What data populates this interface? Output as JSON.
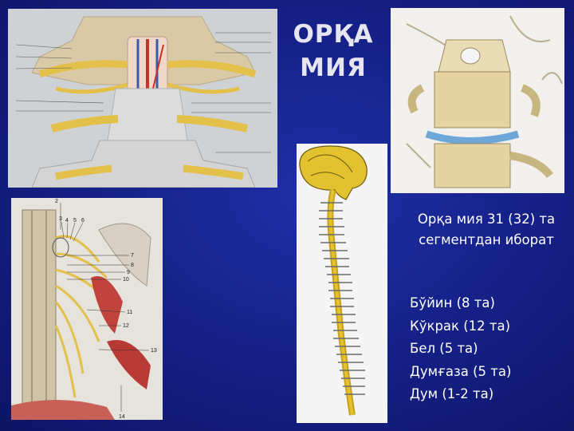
{
  "title": "ОРҚА МИЯ",
  "summary": "Орқа мия 31 (32) та сегментдан иборат",
  "segments": [
    "Бўйин (8 та)",
    "Кўкрак (12 та)",
    "Бел (5 та)",
    "Думғаза (5 та)",
    "Дум (1-2 та)"
  ],
  "figure_labels": [
    "2",
    "3",
    "4",
    "5",
    "6",
    "7",
    "8",
    "9",
    "10",
    "11",
    "12",
    "13",
    "14"
  ],
  "colors": {
    "background": "#16228a",
    "title_text": "#e6e6f0",
    "body_text": "#ffffff",
    "nerve_yellow": "#e2c04a",
    "vessel_red": "#c8322d"
  }
}
